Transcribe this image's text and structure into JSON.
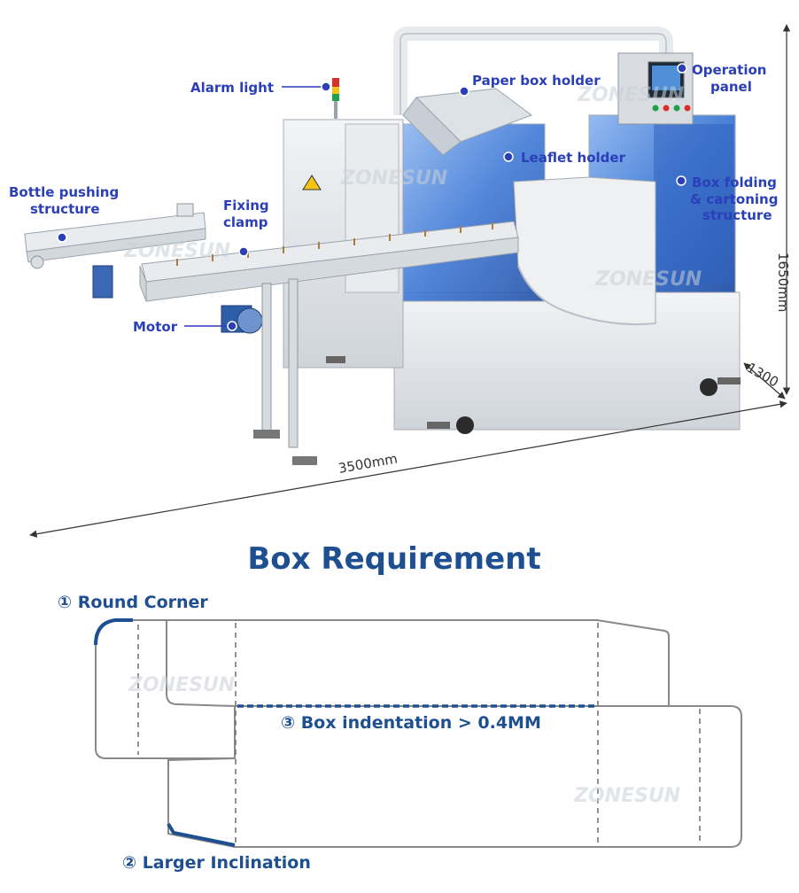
{
  "machine": {
    "labels": {
      "alarm_light": "Alarm light",
      "paper_box_holder": "Paper box holder",
      "operation_panel_1": "Operation",
      "operation_panel_2": "panel",
      "bottle_pushing_1": "Bottle pushing",
      "bottle_pushing_2": "structure",
      "fixing_clamp_1": "Fixing",
      "fixing_clamp_2": "clamp",
      "leaflet_holder": "Leaflet holder",
      "box_folding_1": "Box folding",
      "box_folding_2": "& cartoning",
      "box_folding_3": "structure",
      "motor": "Motor"
    },
    "dimensions": {
      "length": "3500mm",
      "width": "1300",
      "height": "1650mm"
    },
    "watermark": "ZONESUN"
  },
  "box_requirement": {
    "title": "Box Requirement",
    "item1": "① Round Corner",
    "item2": "② Larger Inclination",
    "item3": "③ Box indentation > 0.4MM"
  },
  "colors": {
    "label_blue": "#2a3fb8",
    "title_blue": "#1d4f91",
    "machine_steel": "#e4e7ea",
    "guard_blue": "#3f79d6"
  }
}
